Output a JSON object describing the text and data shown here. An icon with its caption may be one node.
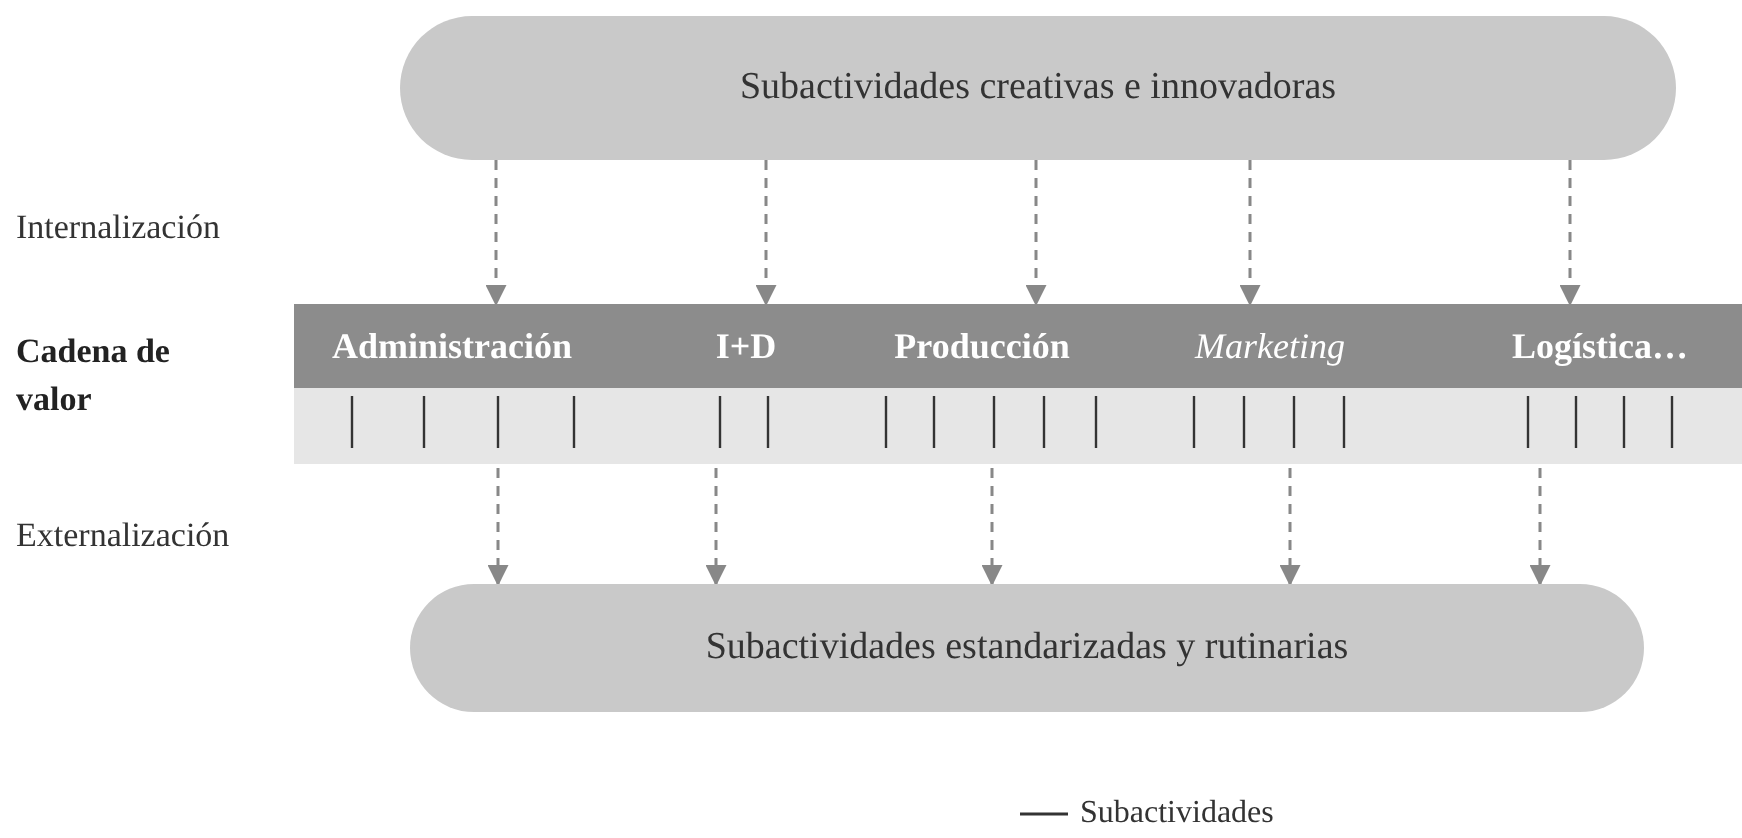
{
  "diagram": {
    "nodes": [
      {
        "text": [
          "Subactividades creativas e innovadoras"
        ]
      },
      {
        "text": [
          "Cadena de valor"
        ]
      },
      {
        "text": [
          "Administración"
        ],
        "in": 1
      },
      {
        "text": [
          "I+D"
        ],
        "in": 1
      },
      {
        "text": [
          "Producción"
        ],
        "in": 1
      },
      {
        "text": [
          "Marketing"
        ],
        "in": 1
      },
      {
        "text": [
          "Logística…"
        ],
        "in": 1
      },
      {
        "text": [
          "Subactividades estandarizadas y rutinarias"
        ]
      }
    ],
    "edges": [
      {
        "from": 0,
        "to": 2,
        "arrow": "to",
        "style": "dashed"
      },
      {
        "from": 0,
        "to": 3,
        "arrow": "to",
        "style": "dashed"
      },
      {
        "from": 0,
        "to": 4,
        "arrow": "to",
        "style": "dashed"
      },
      {
        "from": 0,
        "to": 5,
        "arrow": "to",
        "style": "dashed"
      },
      {
        "from": 0,
        "to": 6,
        "arrow": "to",
        "style": "dashed"
      },
      {
        "from": 2,
        "to": 7,
        "arrow": "to",
        "style": "dashed"
      },
      {
        "from": 3,
        "to": 7,
        "arrow": "to",
        "style": "dashed"
      },
      {
        "from": 4,
        "to": 7,
        "arrow": "to",
        "style": "dashed"
      },
      {
        "from": 5,
        "to": 7,
        "arrow": "to",
        "style": "dashed"
      },
      {
        "from": 6,
        "to": 7,
        "arrow": "to",
        "style": "dashed"
      }
    ],
    "labels": [
      "Internalización",
      "Externalización"
    ],
    "legend": [
      {
        "text": "Subactividades"
      }
    ]
  }
}
